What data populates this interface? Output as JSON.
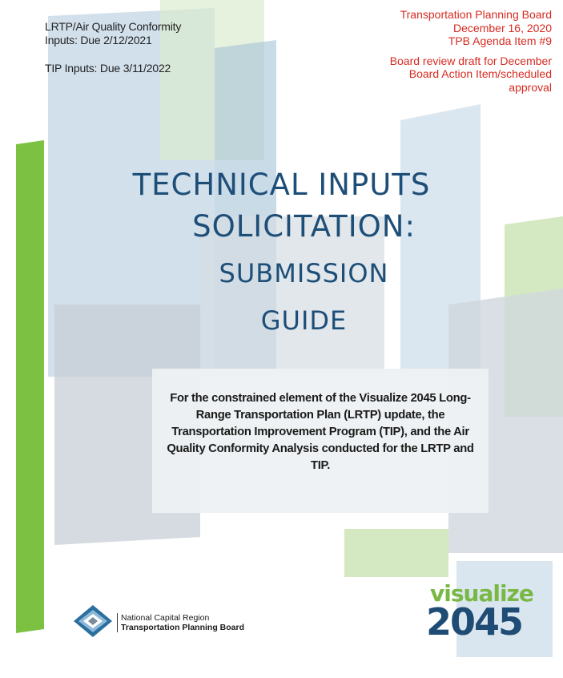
{
  "header": {
    "left_lines": [
      "LRTP/Air Quality Conformity",
      "Inputs: Due 2/12/2021",
      "TIP Inputs: Due 3/11/2022"
    ],
    "right_lines": [
      "Transportation Planning Board",
      "December 16, 2020",
      "TPB Agenda Item #9",
      "Board review draft for December",
      "Board Action Item/scheduled",
      "approval"
    ]
  },
  "title": {
    "line1": "TECHNICAL INPUTS",
    "line2": "SOLICITATION:",
    "line3": "SUBMISSION",
    "line4": "GUIDE"
  },
  "description": "For the constrained element of the Visualize 2045 Long-Range Transportation Plan (LRTP) update, the Transportation Improvement Program (TIP), and the Air Quality Conformity Analysis conducted for the LRTP and TIP.",
  "footer": {
    "org_line1": "National Capital Region",
    "org_line2": "Transportation Planning Board",
    "visualize_word": "visualize",
    "visualize_year": "2045"
  },
  "colors": {
    "title_blue": "#1d4e78",
    "red_text": "#d72b22",
    "green_bar": "#7cc142",
    "viz_green": "#79b844",
    "viz_blue": "#1f4c74"
  }
}
